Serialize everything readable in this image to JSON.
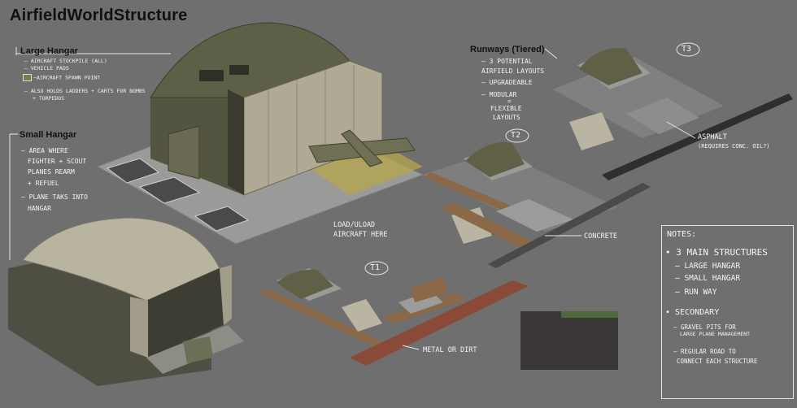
{
  "title": "AirfieldWorldStructure",
  "colors": {
    "background": "#6f6f6f",
    "hangar_olive": "#5f6046",
    "hangar_pale": "#b9b5a2",
    "concrete": "#9c9c9a",
    "dirt_road": "#8a6848",
    "asphalt": "#3c3c3c",
    "spawn_zone": "#a99c45"
  },
  "large_hangar": {
    "heading": "Large Hangar",
    "lines": [
      "– Aircraft stockpile (all)",
      "– Vehicle pads",
      "–Aircraft spawn point",
      "– Also holds ladders + carts for bombs",
      "+ torpedos"
    ]
  },
  "small_hangar": {
    "heading": "Small Hangar",
    "lines": [
      "– Area where",
      "fighter + scout",
      "planes rearm",
      "+ refuel",
      "– Plane taks into",
      "hangar"
    ]
  },
  "runways": {
    "heading": "Runways (Tiered)",
    "lines": [
      "– 3 potential",
      "airfield layouts",
      "– Upgradeable",
      "– Modular",
      "=",
      "flexible",
      "layouts"
    ]
  },
  "labels": {
    "load": "Load/uload",
    "load2": "aircraft here",
    "concrete": "Concrete",
    "asphalt": "Asphalt",
    "asphalt2": "(requires conc. oil?)",
    "metal": "Metal or dirt",
    "t1": "T1",
    "t2": "T2",
    "t3": "T3"
  },
  "notes": {
    "heading": "Notes:",
    "main": "• 3 Main Structures",
    "main_items": [
      "– Large Hangar",
      "– Small Hangar",
      "– Run way"
    ],
    "secondary": "• Secondary",
    "secondary_items": [
      "– Gravel pits for",
      "large plane management",
      "– Regular road to",
      "connect each structure"
    ]
  }
}
